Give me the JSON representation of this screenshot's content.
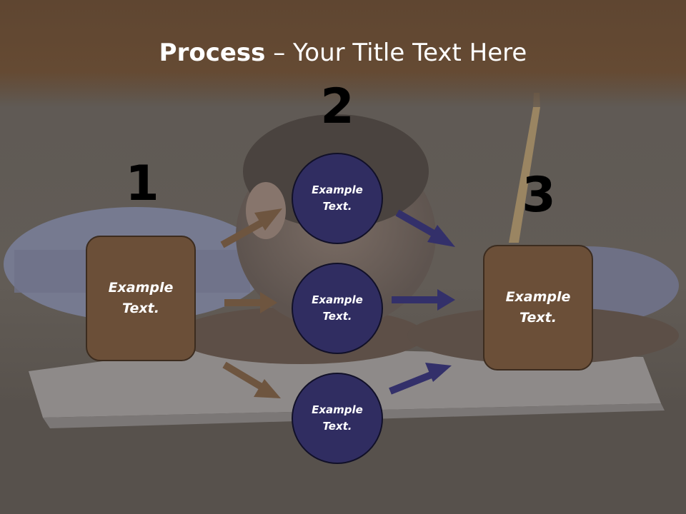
{
  "title": {
    "bold": "Process",
    "rest": "Your Title Text Here",
    "dash": "–"
  },
  "steps": [
    {
      "number": "1",
      "box_text": "Example Text."
    },
    {
      "number": "2"
    },
    {
      "number": "3",
      "box_text": "Example Text."
    }
  ],
  "circles": [
    {
      "text": "Example Text."
    },
    {
      "text": "Example Text."
    },
    {
      "text": "Example Text."
    }
  ],
  "colors": {
    "header": "#654a33",
    "box_fill": "#6b4f38",
    "circle_fill": "#302d61",
    "brown_arrow": "#6e553f",
    "navy_arrow": "#33306a"
  }
}
